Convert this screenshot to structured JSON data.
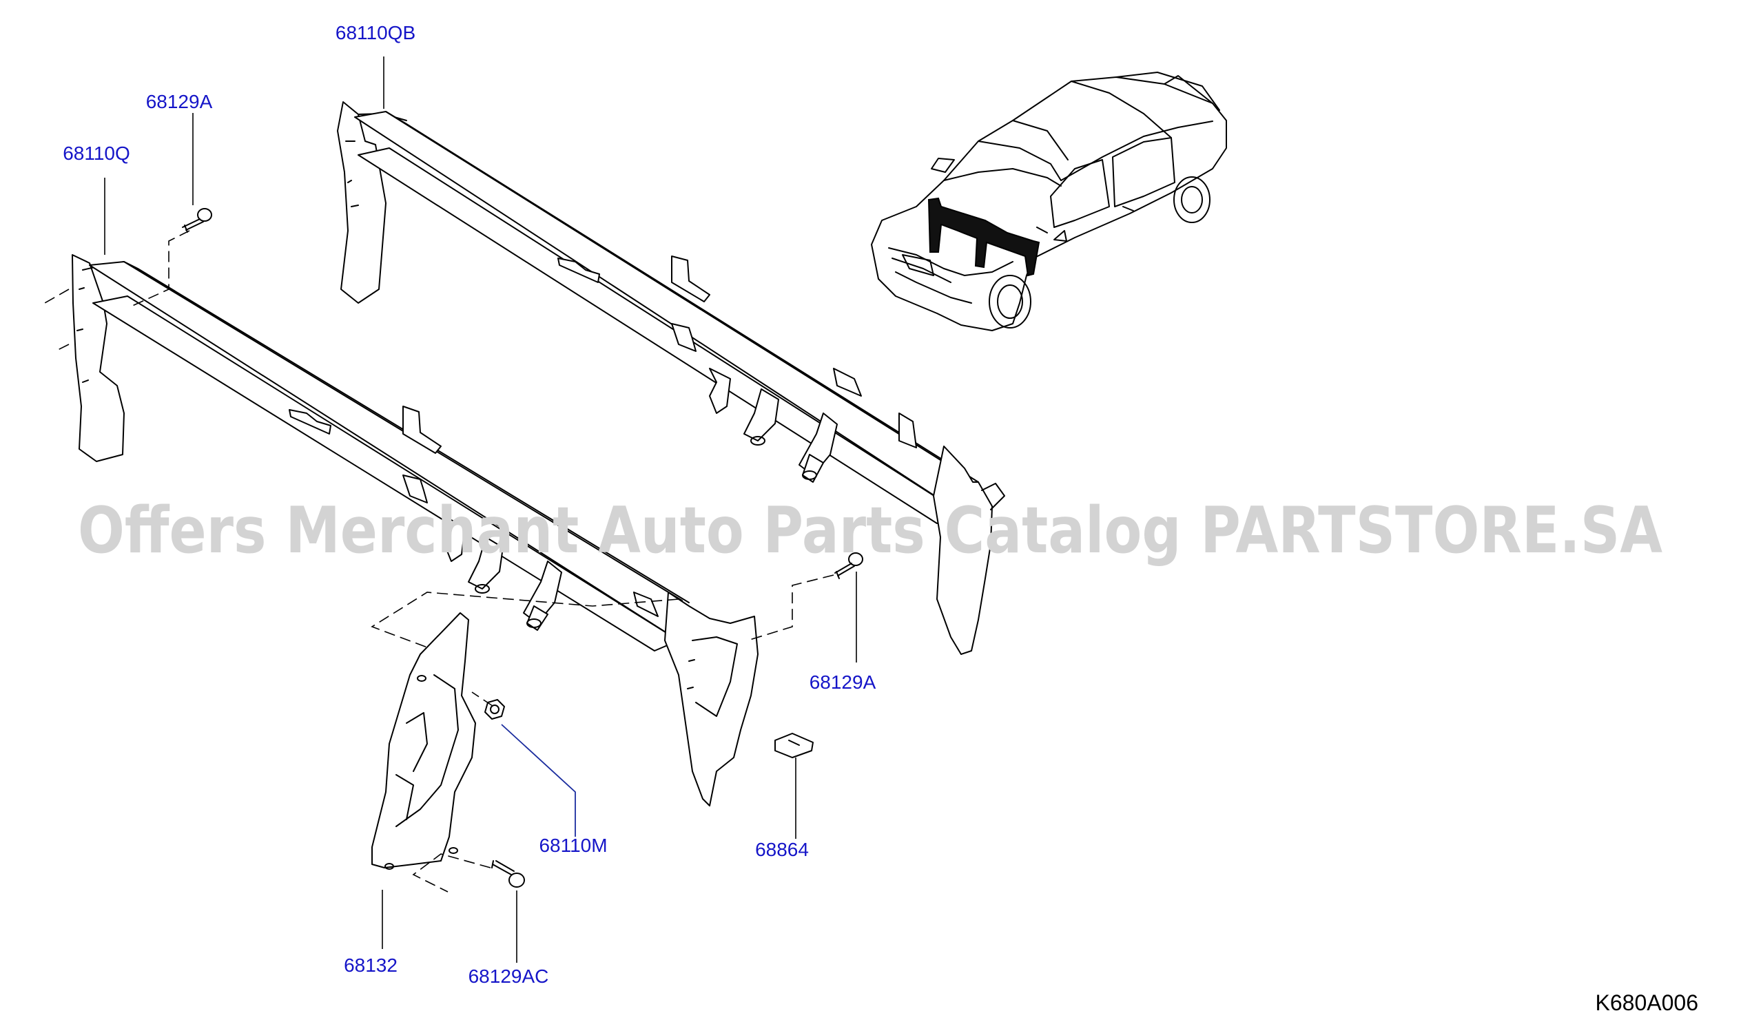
{
  "diagram": {
    "watermark": "Offers Merchant Auto Parts Catalog PARTSTORE.SA",
    "diagram_code": "K680A006",
    "callouts": {
      "p68110QB": "68110QB",
      "p68129A_top": "68129A",
      "p68110Q": "68110Q",
      "p68129A_right": "68129A",
      "p68110M": "68110M",
      "p68864": "68864",
      "p68132": "68132",
      "p68129AC": "68129AC"
    },
    "colors": {
      "callout": "#1515c8",
      "watermark": "#d3d3d3",
      "lines": "#000000"
    }
  }
}
